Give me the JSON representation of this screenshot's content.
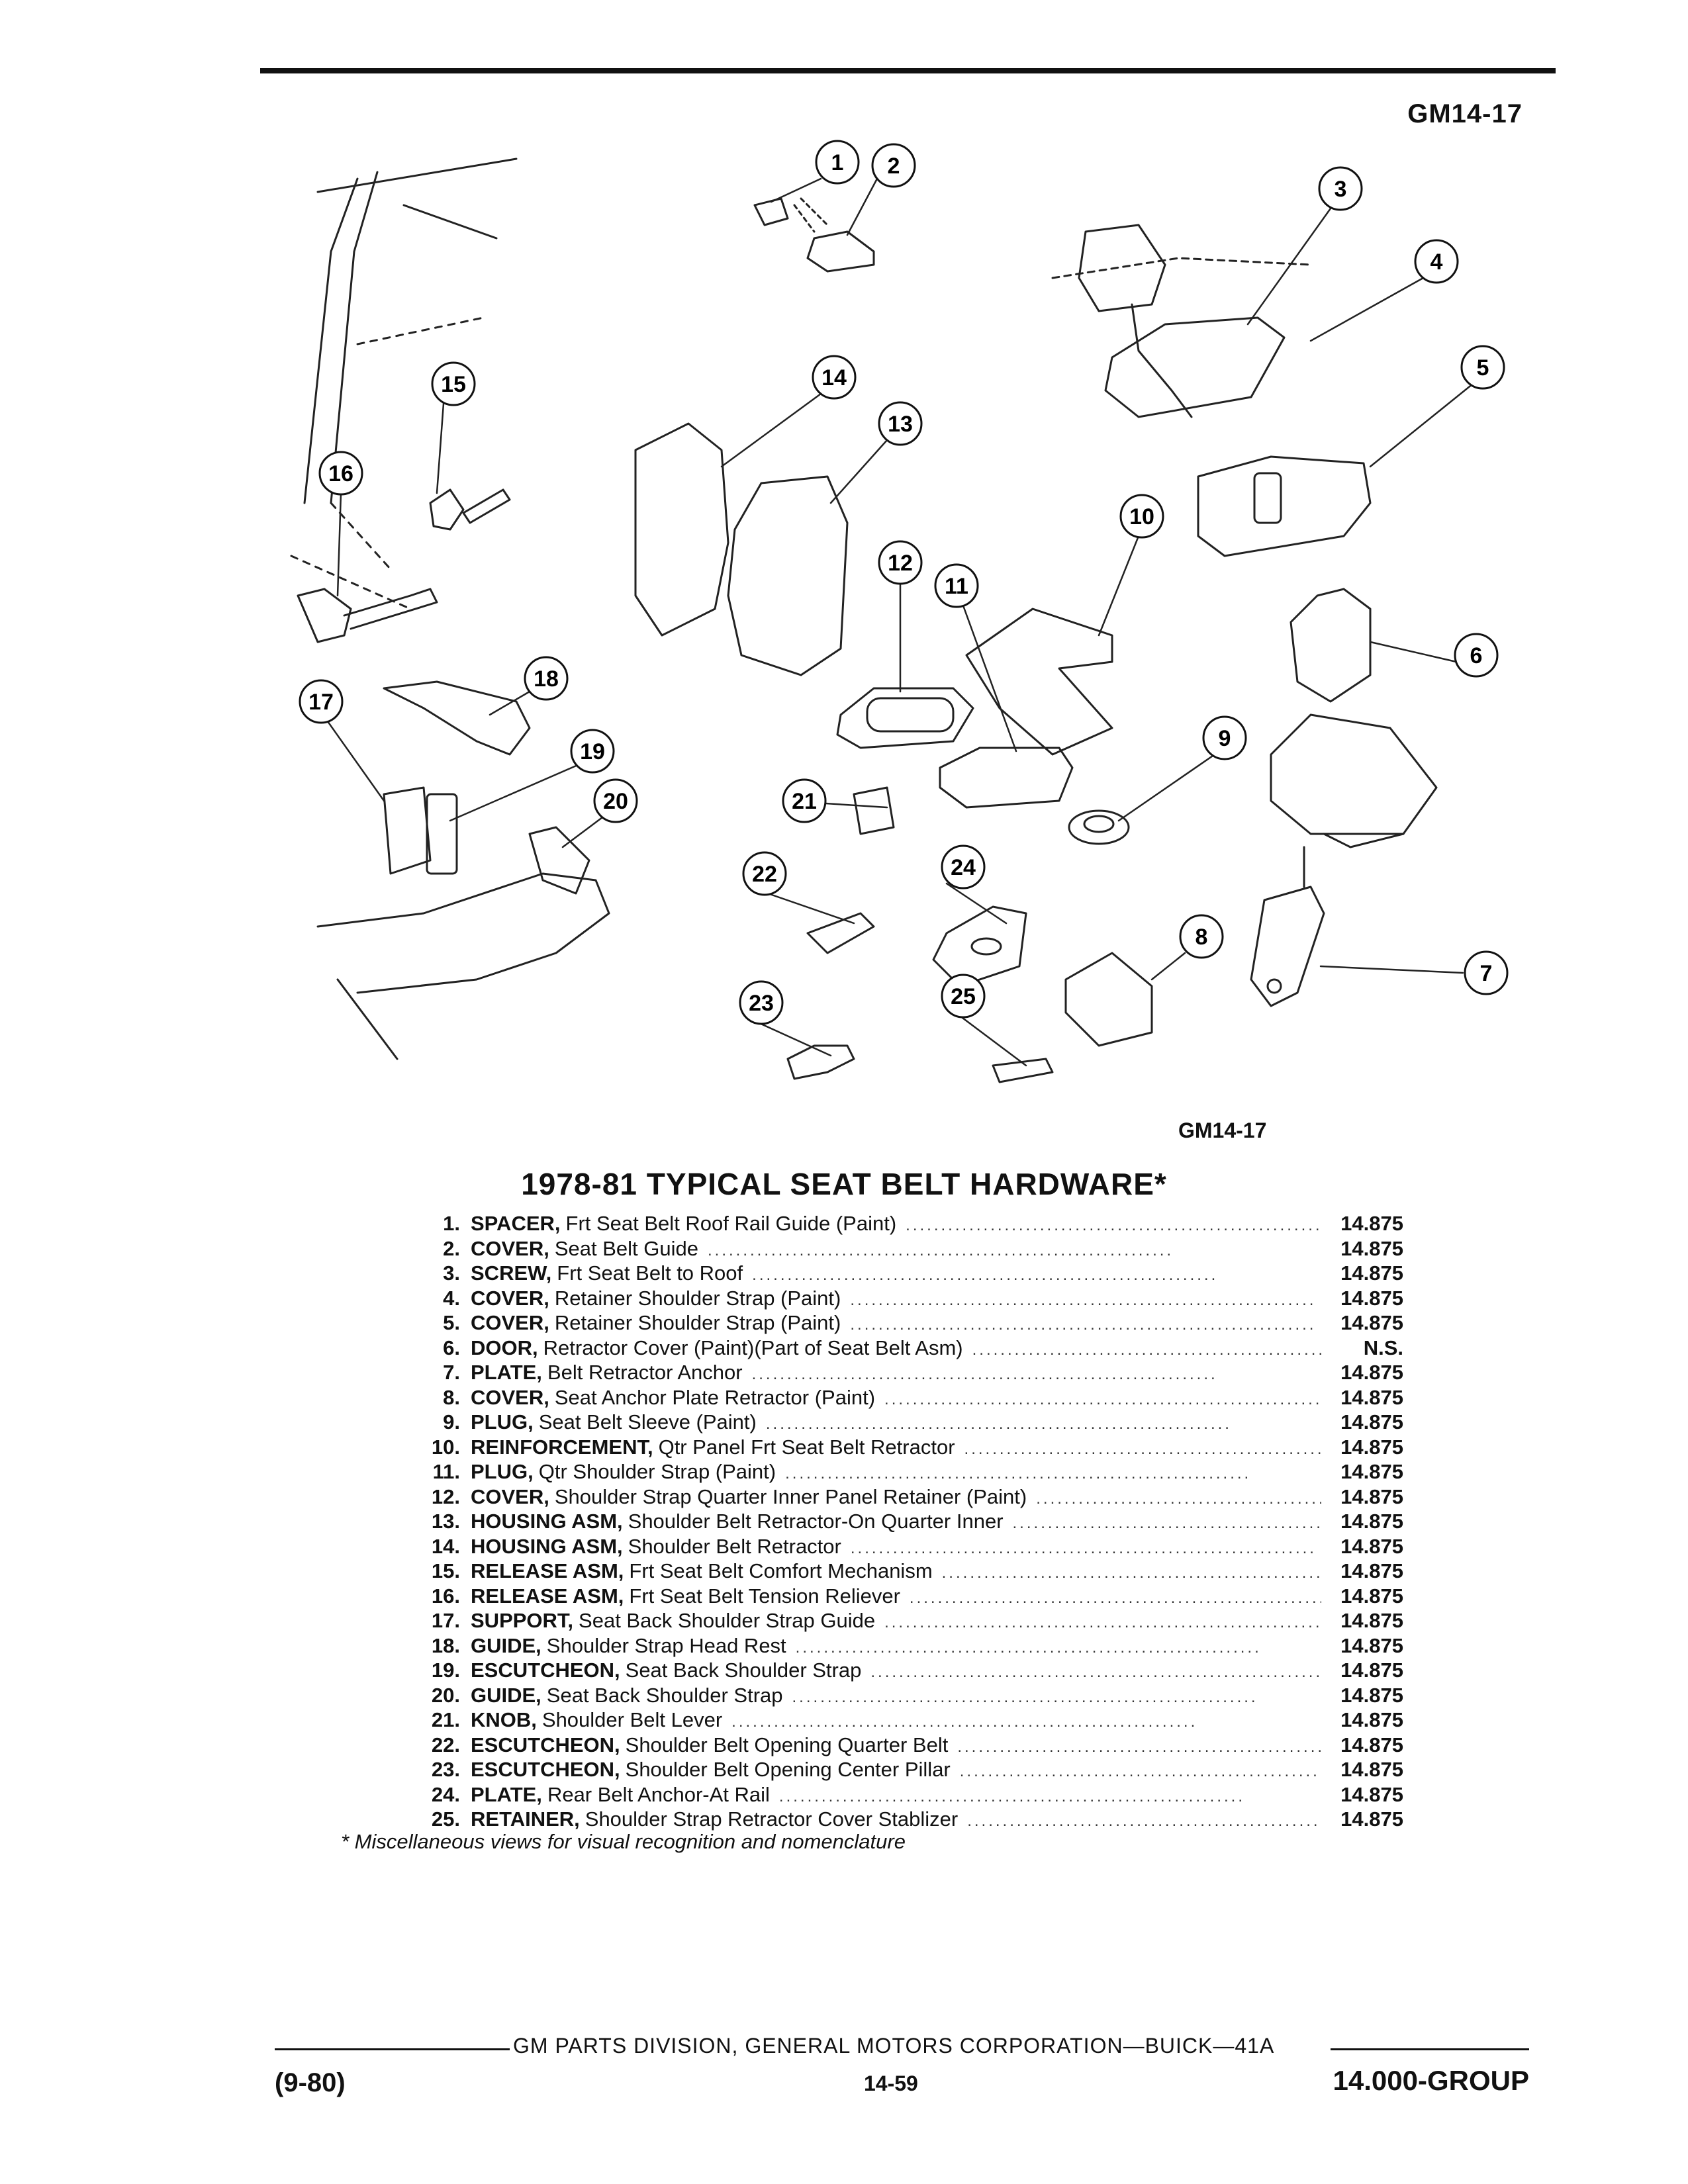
{
  "header": {
    "code": "GM14-17"
  },
  "figure": {
    "code": "GM14-17",
    "callouts": [
      "1",
      "2",
      "3",
      "4",
      "5",
      "6",
      "7",
      "8",
      "9",
      "10",
      "11",
      "12",
      "13",
      "14",
      "15",
      "16",
      "17",
      "18",
      "19",
      "20",
      "21",
      "22",
      "23",
      "24",
      "25"
    ]
  },
  "title": "1978-81 TYPICAL SEAT BELT HARDWARE*",
  "parts": [
    {
      "num": "1.",
      "name": "SPACER,",
      "desc": "Frt Seat Belt Roof Rail Guide (Paint)",
      "group": "14.875"
    },
    {
      "num": "2.",
      "name": "COVER,",
      "desc": "Seat Belt Guide",
      "group": "14.875"
    },
    {
      "num": "3.",
      "name": "SCREW,",
      "desc": "Frt Seat Belt to Roof",
      "group": "14.875"
    },
    {
      "num": "4.",
      "name": "COVER,",
      "desc": "Retainer Shoulder Strap (Paint)",
      "group": "14.875"
    },
    {
      "num": "5.",
      "name": "COVER,",
      "desc": "Retainer Shoulder Strap (Paint)",
      "group": "14.875"
    },
    {
      "num": "6.",
      "name": "DOOR,",
      "desc": "Retractor Cover (Paint)(Part of Seat Belt Asm)",
      "group": "N.S."
    },
    {
      "num": "7.",
      "name": "PLATE,",
      "desc": "Belt Retractor Anchor",
      "group": "14.875"
    },
    {
      "num": "8.",
      "name": "COVER,",
      "desc": "Seat Anchor Plate Retractor (Paint)",
      "group": "14.875"
    },
    {
      "num": "9.",
      "name": "PLUG,",
      "desc": "Seat Belt Sleeve (Paint)",
      "group": "14.875"
    },
    {
      "num": "10.",
      "name": "REINFORCEMENT,",
      "desc": "Qtr Panel Frt Seat Belt Retractor",
      "group": "14.875"
    },
    {
      "num": "11.",
      "name": "PLUG,",
      "desc": "Qtr Shoulder Strap (Paint)",
      "group": "14.875"
    },
    {
      "num": "12.",
      "name": "COVER,",
      "desc": "Shoulder Strap Quarter Inner Panel Retainer (Paint)",
      "group": "14.875"
    },
    {
      "num": "13.",
      "name": "HOUSING ASM,",
      "desc": "Shoulder Belt Retractor-On Quarter Inner",
      "group": "14.875"
    },
    {
      "num": "14.",
      "name": "HOUSING ASM,",
      "desc": "Shoulder Belt Retractor",
      "group": "14.875"
    },
    {
      "num": "15.",
      "name": "RELEASE ASM,",
      "desc": "Frt Seat Belt Comfort Mechanism",
      "group": "14.875"
    },
    {
      "num": "16.",
      "name": "RELEASE ASM,",
      "desc": "Frt Seat Belt Tension Reliever",
      "group": "14.875"
    },
    {
      "num": "17.",
      "name": "SUPPORT,",
      "desc": "Seat Back Shoulder Strap Guide",
      "group": "14.875"
    },
    {
      "num": "18.",
      "name": "GUIDE,",
      "desc": "Shoulder Strap Head Rest",
      "group": "14.875"
    },
    {
      "num": "19.",
      "name": "ESCUTCHEON,",
      "desc": "Seat Back Shoulder Strap",
      "group": "14.875"
    },
    {
      "num": "20.",
      "name": "GUIDE,",
      "desc": "Seat Back Shoulder Strap",
      "group": "14.875"
    },
    {
      "num": "21.",
      "name": "KNOB,",
      "desc": "Shoulder Belt Lever",
      "group": "14.875"
    },
    {
      "num": "22.",
      "name": "ESCUTCHEON,",
      "desc": "Shoulder Belt Opening Quarter Belt",
      "group": "14.875"
    },
    {
      "num": "23.",
      "name": "ESCUTCHEON,",
      "desc": "Shoulder Belt Opening Center Pillar",
      "group": "14.875"
    },
    {
      "num": "24.",
      "name": "PLATE,",
      "desc": "Rear Belt Anchor-At Rail",
      "group": "14.875"
    },
    {
      "num": "25.",
      "name": "RETAINER,",
      "desc": "Shoulder Strap Retractor Cover Stablizer",
      "group": "14.875"
    }
  ],
  "footnote": "* Miscellaneous views for visual recognition and nomenclature",
  "footer": {
    "center": "GM PARTS DIVISION, GENERAL MOTORS CORPORATION—BUICK—41A",
    "left": "(9-80)",
    "page": "14-59",
    "right": "14.000-GROUP"
  }
}
